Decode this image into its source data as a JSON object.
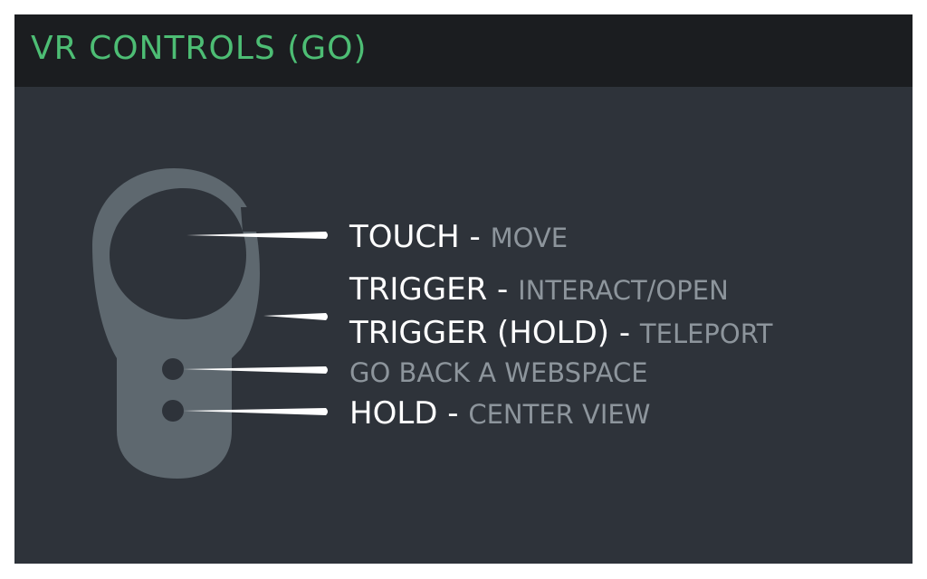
{
  "title": "VR CONTROLS (GO)",
  "colors": {
    "title": "#4dbd74",
    "panel_background": "#2e333a",
    "header_background": "#1b1d20",
    "controller": "#5e686f",
    "action_text": "#ffffff",
    "description_text": "#8d959c"
  },
  "icons": {
    "controller": "vr-go-controller-icon"
  },
  "controls": {
    "touch": {
      "action": "TOUCH - ",
      "description": "MOVE"
    },
    "trigger": {
      "action": "TRIGGER - ",
      "description": "INTERACT/OPEN"
    },
    "trigger_hold": {
      "action": "TRIGGER (HOLD) - ",
      "description": "TELEPORT"
    },
    "back": {
      "description": "GO BACK A WEBSPACE"
    },
    "hold": {
      "action": "HOLD - ",
      "description": "CENTER VIEW"
    }
  }
}
